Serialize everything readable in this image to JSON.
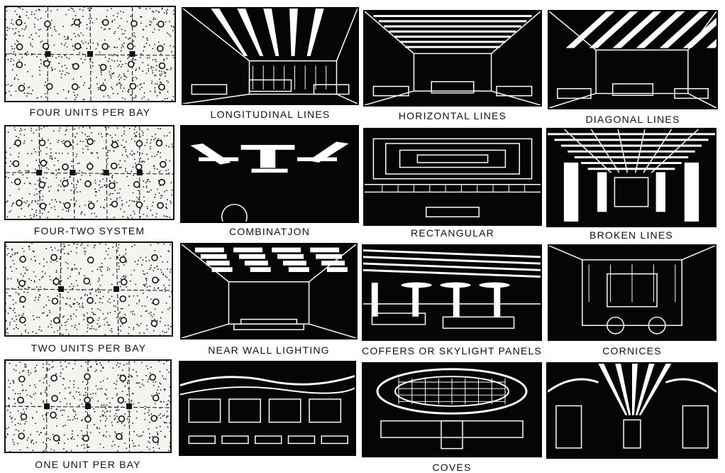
{
  "plans": [
    {
      "caption": "FOUR UNITS PER BAY"
    },
    {
      "caption": "FOUR-TWO SYSTEM"
    },
    {
      "caption": "TWO UNITS PER BAY"
    },
    {
      "caption": "ONE UNIT PER BAY"
    }
  ],
  "scenes": [
    {
      "caption": "LONGITUDINAL LINES"
    },
    {
      "caption": "HORIZONTAL LINES"
    },
    {
      "caption": "DIAGONAL LINES"
    },
    {
      "caption": "COMBINATJON"
    },
    {
      "caption": "RECTANGULAR"
    },
    {
      "caption": "BROKEN LINES"
    },
    {
      "caption": "NEAR WALL LIGHTING"
    },
    {
      "caption": "COFFERS OR SKYLIGHT PANELS"
    },
    {
      "caption": "CORNICES"
    },
    {
      "caption": "COVES"
    }
  ],
  "colors": {
    "ink": "#111111",
    "paper": "#f4f4f1",
    "scene_bg": "#050505",
    "line": "#ffffff"
  }
}
